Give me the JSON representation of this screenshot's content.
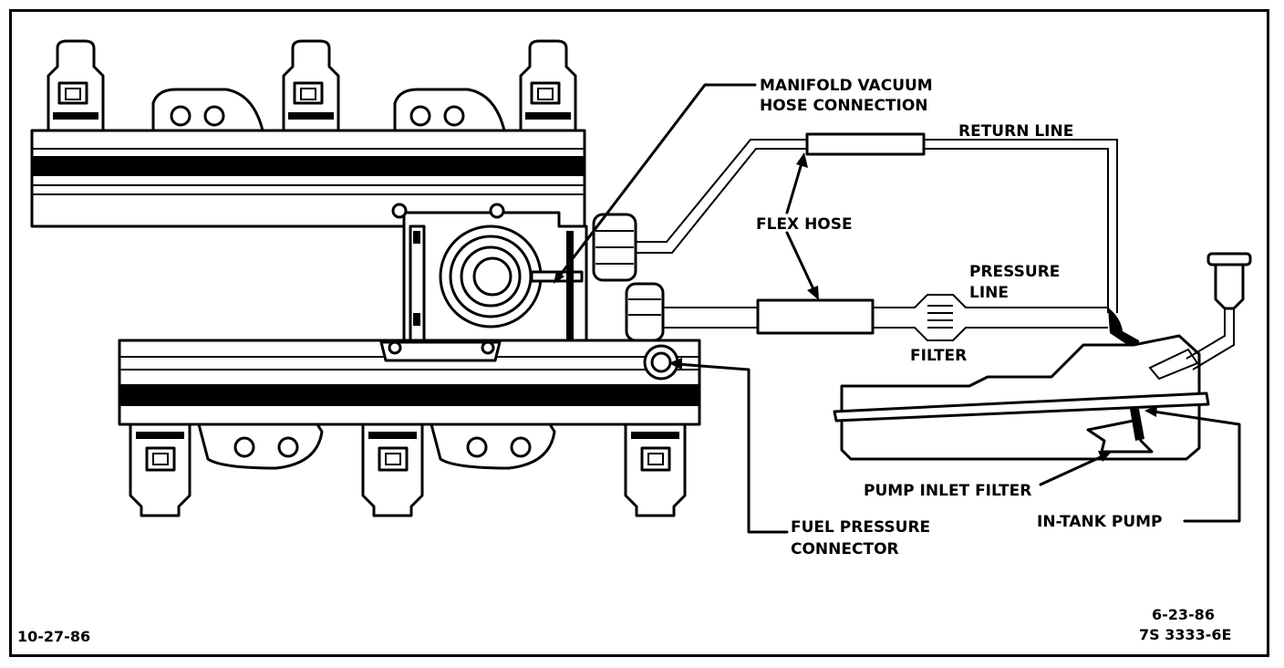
{
  "labels": {
    "manifold_vacuum_line1": "MANIFOLD VACUUM",
    "manifold_vacuum_line2": "HOSE CONNECTION",
    "return_line": "RETURN LINE",
    "flex_hose": "FLEX HOSE",
    "pressure_line1": "PRESSURE",
    "pressure_line2": "LINE",
    "filter": "FILTER",
    "pump_inlet_filter": "PUMP INLET FILTER",
    "in_tank_pump": "IN-TANK PUMP",
    "fuel_pressure_line1": "FUEL PRESSURE",
    "fuel_pressure_line2": "CONNECTOR"
  },
  "footer": {
    "date_left": "10-27-86",
    "date_right": "6-23-86",
    "figure_code": "7S 3333-6E"
  }
}
